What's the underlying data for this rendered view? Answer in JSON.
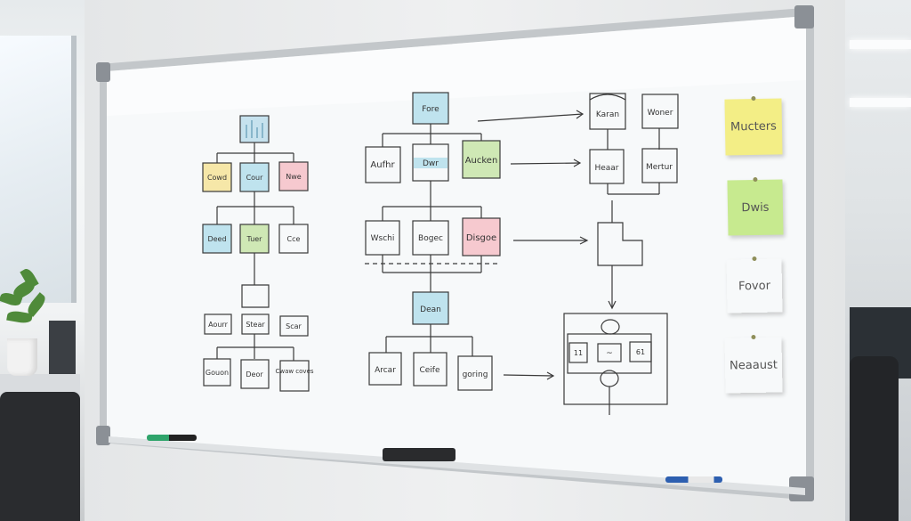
{
  "scene": {
    "description_colors": {
      "board_frame": "#c3c7ca",
      "board_surface": "#f6f8f9",
      "ink": "#3a3a3a",
      "box_blue": "#bfe3ee",
      "box_yellow": "#f6e7a8",
      "box_pink": "#f6c9cf",
      "box_green": "#cfe8b5"
    }
  },
  "left_tree": {
    "row1": {
      "yellow": "Cowd",
      "blue": "Cour",
      "pink": "Nwe"
    },
    "row2": {
      "blue": "Deed",
      "green": "Tuer",
      "plain": "Cce"
    },
    "row3": {
      "a": "Aourr",
      "b": "Stear",
      "c": "Scar"
    },
    "row4": {
      "a": "Gouon",
      "b": "Deor",
      "c": "Cwaw\ncoves"
    }
  },
  "middle_tree": {
    "top": "Fore",
    "row1": {
      "a": "Aufhr",
      "b": "Dwr",
      "c": "Aucken"
    },
    "row2": {
      "a": "Wschi",
      "b": "Bogec",
      "c": "Disgoe"
    },
    "hub": "Dean",
    "row3": {
      "a": "Arcar",
      "b": "Ceife",
      "c": "goring"
    }
  },
  "right_tree": {
    "top": {
      "a": "Karan",
      "b": "Woner"
    },
    "mid": {
      "a": "Heaar",
      "b": "Mertur"
    },
    "panel_labels": {
      "left": "11",
      "center": "~",
      "right": "61"
    }
  },
  "sticky_notes": [
    {
      "text": "Mucters",
      "color": "#f3ee86"
    },
    {
      "text": "Dwis",
      "color": "#f7a99a"
    },
    {
      "text": "Fovor",
      "color": "#c7ea8f"
    },
    {
      "text": "Neaaust",
      "color": "#f5e58a"
    }
  ]
}
